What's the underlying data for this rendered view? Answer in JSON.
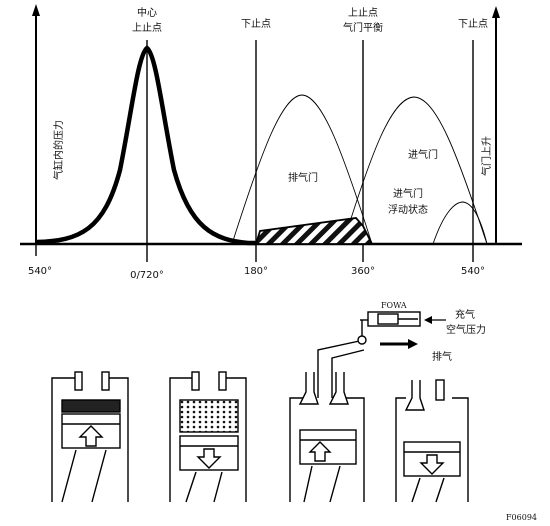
{
  "top_chart": {
    "y_axis_label": "气缸内的压力",
    "right_axis_label": "气门上升",
    "x_ticks": [
      "540°",
      "0/720°",
      "180°",
      "360°",
      "540°"
    ],
    "markers": {
      "center_tdc_line1": "中心",
      "center_tdc_line2": "上止点",
      "bdc_1": "下止点",
      "tdc_line1": "上止点",
      "tdc_line2": "气门平衡",
      "bdc_2": "下止点"
    },
    "exhaust_valve_label": "排气门",
    "intake_valve_label": "进气门",
    "intake_float_line1": "进气门",
    "intake_float_line2": "浮动状态"
  },
  "bottom_diagram": {
    "device_label": "FOWA",
    "charge_air_line1": "充气",
    "charge_air_line2": "空气压力",
    "exhaust_label": "排气",
    "figure_code": "F06094"
  }
}
